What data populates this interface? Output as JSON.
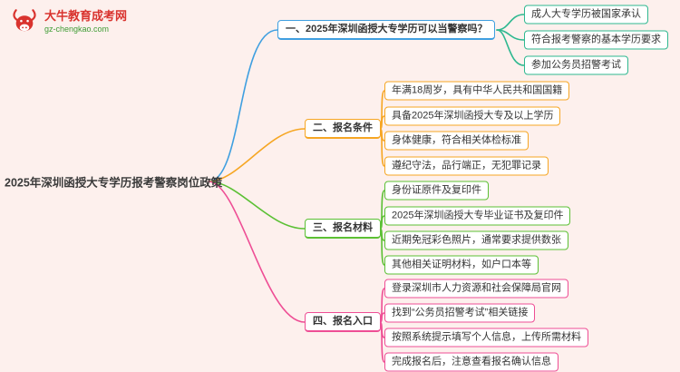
{
  "page": {
    "background": "#fdf0ed",
    "type": "mindmap"
  },
  "logo": {
    "title": "大牛教育成考网",
    "subtitle": "gz-chengkao.com",
    "icon": "bull-icon",
    "title_color": "#d9332e",
    "subtitle_color": "#3f9c35"
  },
  "root": {
    "label": "2025年深圳函授大专学历报考警察岗位政策"
  },
  "branches": [
    {
      "label": "一、2025年深圳函授大专学历可以当警察吗？",
      "line_color": "#3f9fe0",
      "node_color": "#2eb890",
      "items": [
        "成人大专学历被国家承认",
        "符合报考警察的基本学历要求",
        "参加公务员招警考试"
      ]
    },
    {
      "label": "二、报名条件",
      "line_color": "#f6a623",
      "node_color": "#f6a623",
      "items": [
        "年满18周岁，具有中华人民共和国国籍",
        "具备2025年深圳函授大专及以上学历",
        "身体健康，符合相关体检标准",
        "遵纪守法，品行端正，无犯罪记录"
      ]
    },
    {
      "label": "三、报名材料",
      "line_color": "#5bc034",
      "node_color": "#5bc034",
      "items": [
        "身份证原件及复印件",
        "2025年深圳函授大专毕业证书及复印件",
        "近期免冠彩色照片，通常要求提供数张",
        "其他相关证明材料，如户口本等"
      ]
    },
    {
      "label": "四、报名入口",
      "line_color": "#ee4e95",
      "node_color": "#ee4e95",
      "items": [
        "登录深圳市人力资源和社会保障局官网",
        "找到“公务员招警考试”相关链接",
        "按照系统提示填写个人信息，上传所需材料",
        "完成报名后，注意查看报名确认信息"
      ]
    }
  ]
}
